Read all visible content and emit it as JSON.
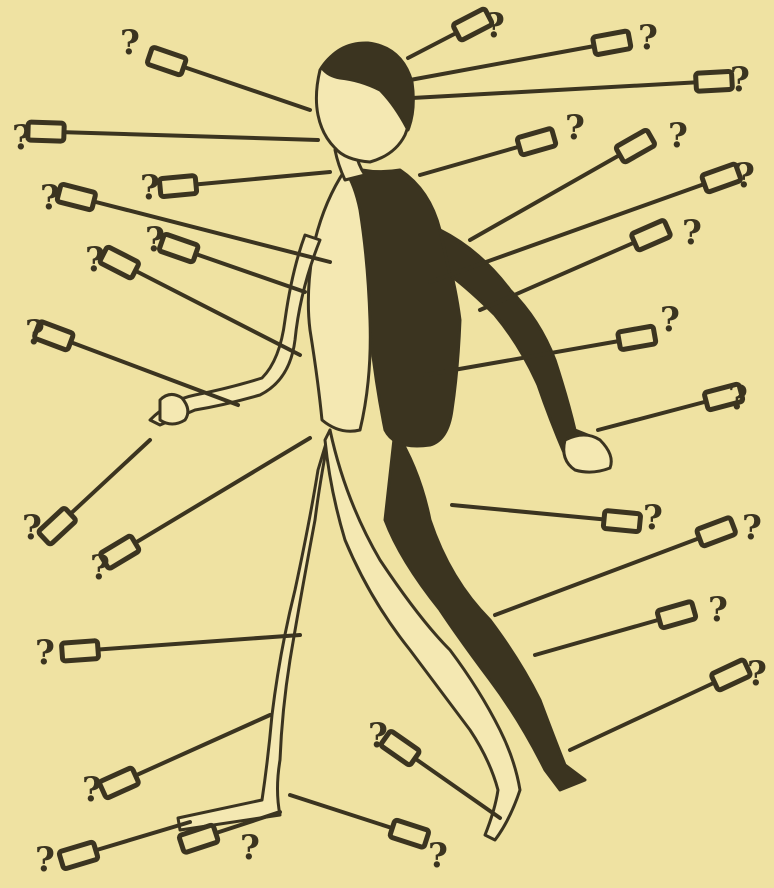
{
  "figure": {
    "label_glyph": "?",
    "colors": {
      "paper": "#efe2a2",
      "ink": "#3b3420",
      "body_light": "#f4e8b2"
    }
  },
  "pointers": [
    {
      "name": "head-top-left"
    },
    {
      "name": "head-top-right"
    },
    {
      "name": "head-right"
    },
    {
      "name": "face-left"
    },
    {
      "name": "neck-left"
    },
    {
      "name": "neck-right"
    },
    {
      "name": "shoulder-right"
    },
    {
      "name": "chest-left"
    },
    {
      "name": "chest-right"
    },
    {
      "name": "upper-arm-left"
    },
    {
      "name": "upper-arm-right"
    },
    {
      "name": "armpit-left"
    },
    {
      "name": "elbow-right"
    },
    {
      "name": "elbow-left"
    },
    {
      "name": "forearm-right"
    },
    {
      "name": "hand-left"
    },
    {
      "name": "hand-right"
    },
    {
      "name": "wrist-left"
    },
    {
      "name": "hip-right"
    },
    {
      "name": "thigh-right"
    },
    {
      "name": "knee-left"
    },
    {
      "name": "knee-right"
    },
    {
      "name": "shin-left"
    },
    {
      "name": "calf-right"
    },
    {
      "name": "ankle-right"
    },
    {
      "name": "heel-right"
    },
    {
      "name": "foot-left"
    },
    {
      "name": "toe-left"
    }
  ]
}
